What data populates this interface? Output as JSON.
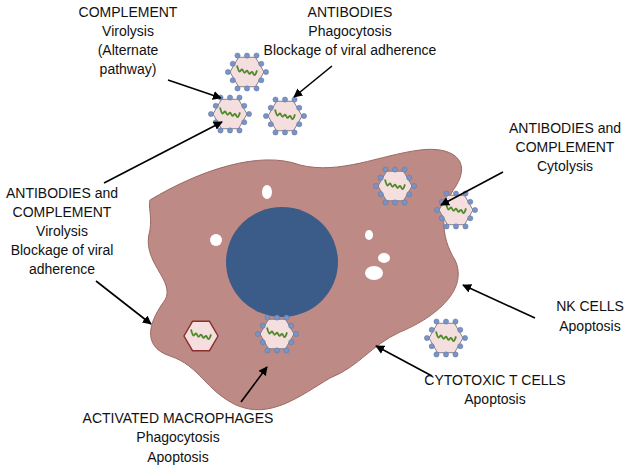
{
  "diagram": {
    "labels": [
      "COMPLEMENT",
      "Virolysis (Alternate pathway)",
      "ANTIBODIES",
      "Phagocytosis",
      "Blockage of viral adherence",
      "ANTIBODIES and COMPLEMENT",
      "Cytolysis",
      "ANTIBODIES and COMPLEMENT",
      "Virolysis",
      "Blockage of viral adherence",
      "NK CELLS",
      "Apoptosis",
      "CYTOTOXIC T CELLS",
      "Apoptosis",
      "ACTIVATED MACROPHAGES",
      "Phagocytosis",
      "Apoptosis"
    ]
  }
}
